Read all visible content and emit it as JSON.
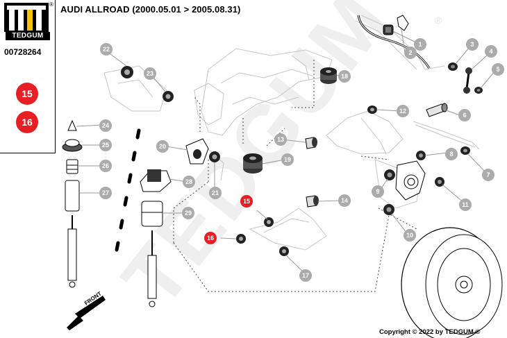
{
  "brand": {
    "name": "TEDGUM",
    "registered_mark": "®"
  },
  "part_number": "00728264",
  "title": "AUDI ALLROAD (2000.05.01 > 2005.08.31)",
  "highlighted_positions": [
    "15",
    "16"
  ],
  "callouts": [
    "1",
    "2",
    "3",
    "4",
    "5",
    "6",
    "7",
    "8",
    "9",
    "10",
    "11",
    "12",
    "13",
    "14",
    "15",
    "16",
    "17",
    "18",
    "19",
    "20",
    "21",
    "22",
    "23",
    "24",
    "25",
    "26",
    "27",
    "28",
    "29"
  ],
  "watermark": "TEDGUM",
  "watermark_mark": "®",
  "direction_label": "FRONT",
  "copyright": "Copyright © 2022 by TEDGUM ®",
  "colors": {
    "highlight": "#e81e25",
    "callout": "#ababab",
    "ghost": "#c6c6c6"
  }
}
